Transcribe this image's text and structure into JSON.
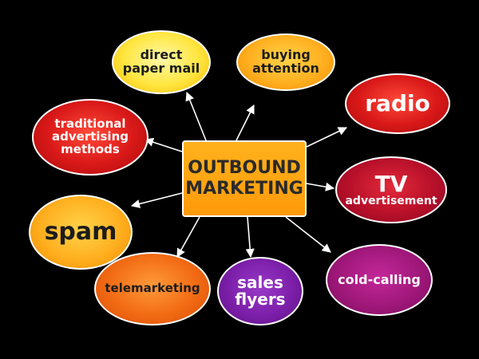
{
  "diagram": {
    "center": {
      "line1": "OUTBOUND",
      "line2": "MARKETING"
    },
    "nodes": [
      {
        "id": "direct-paper-mail",
        "line1": "direct",
        "line2": "paper mail",
        "color": "#ffe640"
      },
      {
        "id": "buying-attention",
        "line1": "buying",
        "line2": "attention",
        "color": "#ffb020"
      },
      {
        "id": "radio",
        "line1": "radio",
        "color": "#d81818"
      },
      {
        "id": "traditional-advertising",
        "line1": "traditional",
        "line2": "advertising",
        "line3": "methods",
        "color": "#d81818"
      },
      {
        "id": "tv-advertisement",
        "line1": "TV",
        "line2": "advertisement",
        "color": "#b8102a"
      },
      {
        "id": "spam",
        "line1": "spam",
        "color": "#ffb020"
      },
      {
        "id": "telemarketing",
        "line1": "telemarketing",
        "color": "#f26b14"
      },
      {
        "id": "sales-flyers",
        "line1": "sales",
        "line2": "flyers",
        "color": "#7c1faa"
      },
      {
        "id": "cold-calling",
        "line1": "cold-calling",
        "color": "#a0187a"
      }
    ]
  }
}
